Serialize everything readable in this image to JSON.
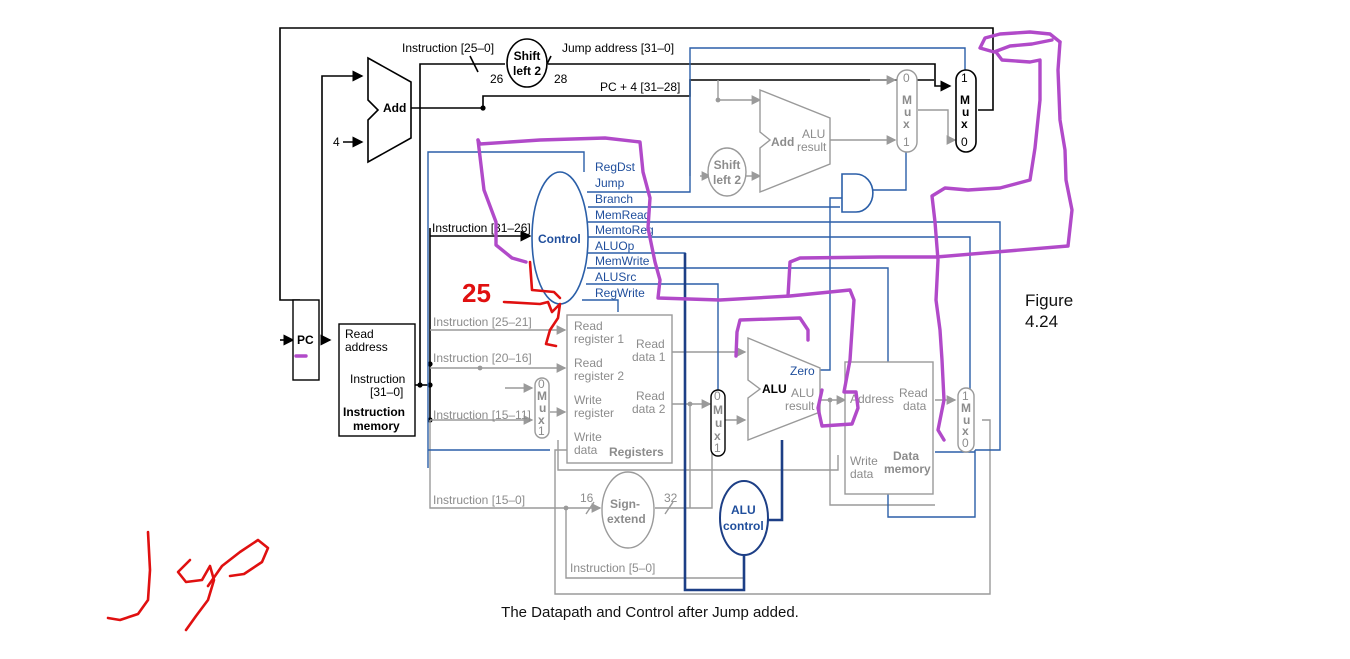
{
  "figure": {
    "label_line1": "Figure",
    "label_line2": "4.24"
  },
  "caption": "The Datapath and Control after Jump added.",
  "top_labels": {
    "instruction_25_0": "Instruction [25–0]",
    "jump_address": "Jump address [31–0]",
    "shift_left_2_line1": "Shift",
    "shift_left_2_line2": "left 2",
    "bits_26": "26",
    "bits_28": "28",
    "pc4_31_28": "PC + 4 [31–28]",
    "four": "4"
  },
  "blocks": {
    "pc": "PC",
    "add": "Add",
    "add_alu": "Add",
    "alu_result_1": "ALU",
    "alu_result_2": "result",
    "shift2_line1": "Shift",
    "shift2_line2": "left 2",
    "control": "Control",
    "alu": "ALU",
    "zero": "Zero",
    "alu_alu": "ALU",
    "alu_res": "result",
    "sign_extend_1": "Sign-",
    "sign_extend_2": "extend",
    "alu_control_1": "ALU",
    "alu_control_2": "control",
    "bits_16": "16",
    "bits_32": "32"
  },
  "mux": {
    "letters": [
      "M",
      "u",
      "x"
    ],
    "zero": "0",
    "one": "1"
  },
  "instruction_memory": {
    "read": "Read",
    "address": "address",
    "instruction": "Instruction",
    "range": "[31–0]",
    "title1": "Instruction",
    "title2": "memory"
  },
  "fields": {
    "inst_31_26": "Instruction [31–26]",
    "inst_25_21": "Instruction [25–21]",
    "inst_20_16": "Instruction [20–16]",
    "inst_15_11": "Instruction [15–11]",
    "inst_15_0": "Instruction [15–0]",
    "inst_5_0": "Instruction [5–0]"
  },
  "control_signals": [
    "RegDst",
    "Jump",
    "Branch",
    "MemRead",
    "MemtoReg",
    "ALUOp",
    "MemWrite",
    "ALUSrc",
    "RegWrite"
  ],
  "registers": {
    "read_register_1": [
      "Read",
      "register 1"
    ],
    "read_register_2": [
      "Read",
      "register 2"
    ],
    "write_register": [
      "Write",
      "register"
    ],
    "write_data": [
      "Write",
      "data"
    ],
    "read_data_1": [
      "Read",
      "data 1"
    ],
    "read_data_2": [
      "Read",
      "data 2"
    ],
    "title": "Registers"
  },
  "data_memory": {
    "address": "Address",
    "read_data": [
      "Read",
      "data"
    ],
    "write_data": [
      "Write",
      "data"
    ],
    "title": [
      "Data",
      "memory"
    ]
  },
  "annotations": {
    "red_number": "25"
  },
  "colors": {
    "black": "#000000",
    "gray": "#9a9a9a",
    "blue": "#2b5fa8",
    "dark_blue": "#1d3f86",
    "purple": "#b14ac9",
    "red": "#e01010"
  }
}
